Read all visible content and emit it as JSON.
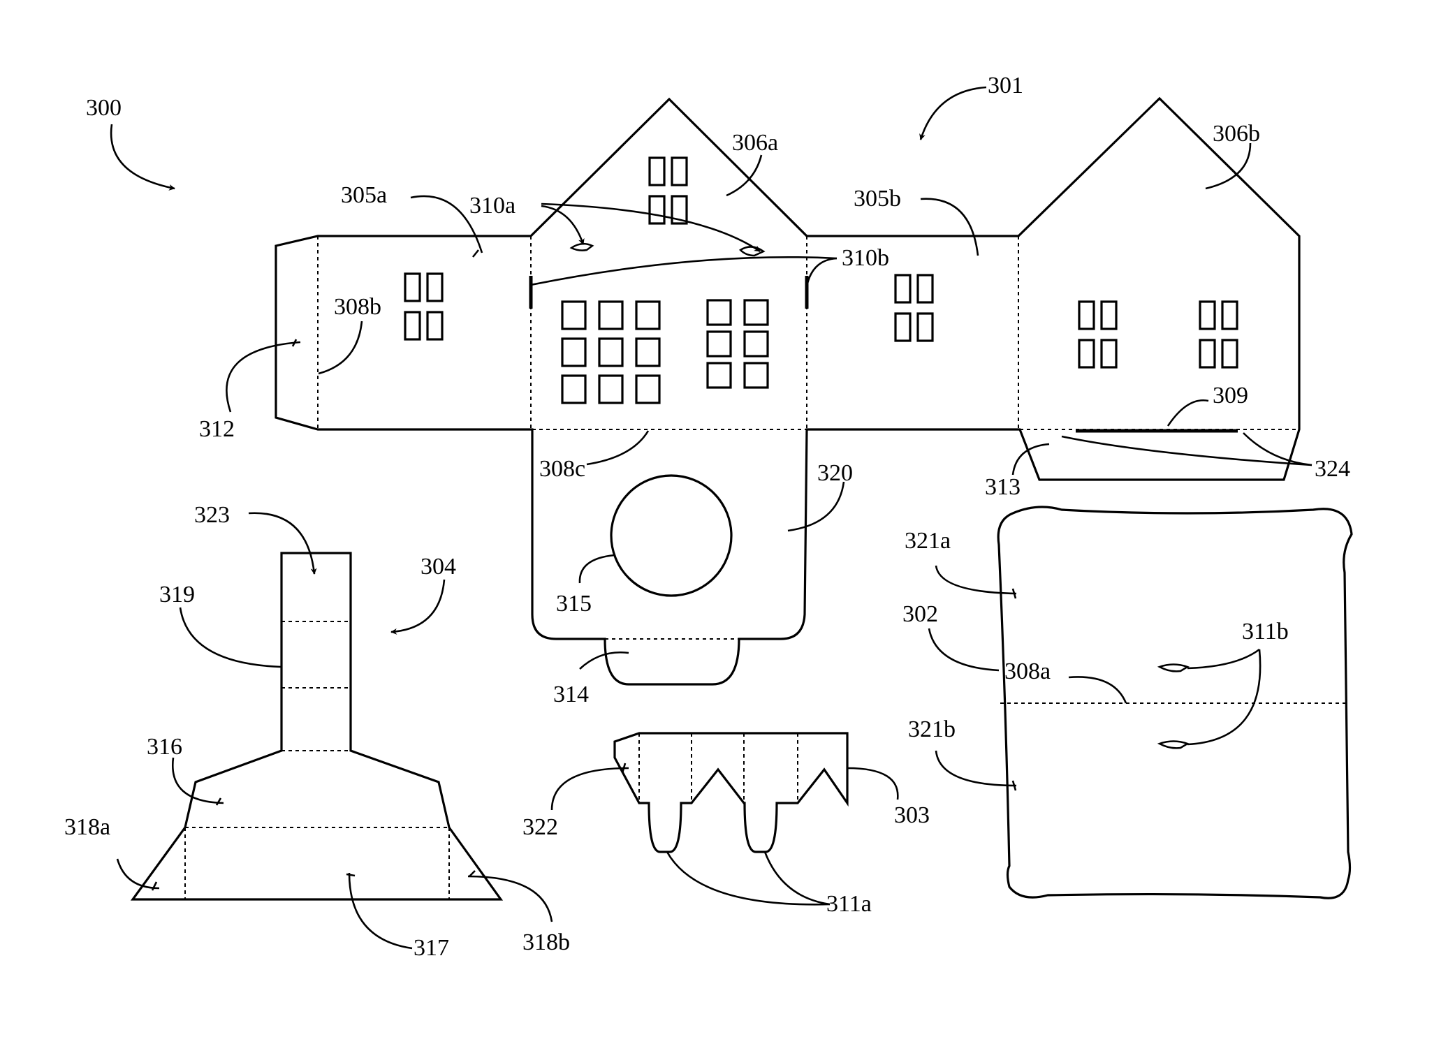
{
  "labels": {
    "l300": "300",
    "l301": "301",
    "l305a": "305a",
    "l306a": "306a",
    "l305b": "305b",
    "l306b": "306b",
    "l310a": "310a",
    "l310b": "310b",
    "l308b": "308b",
    "l312": "312",
    "l308c": "308c",
    "l309": "309",
    "l313": "313",
    "l324": "324",
    "l320": "320",
    "l315": "315",
    "l314": "314",
    "l323": "323",
    "l304": "304",
    "l319": "319",
    "l316": "316",
    "l318a": "318a",
    "l317": "317",
    "l318b": "318b",
    "l322": "322",
    "l303": "303",
    "l311a": "311a",
    "l321a": "321a",
    "l302": "302",
    "l308a": "308a",
    "l311b": "311b",
    "l321b": "321b"
  },
  "colors": {
    "ink": "#000000",
    "paper": "#ffffff"
  }
}
